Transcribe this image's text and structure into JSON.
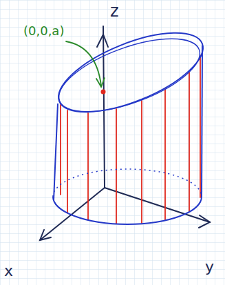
{
  "diagram": {
    "labels": [
      "z",
      "(0,0,a)",
      "x",
      "y"
    ]
  }
}
